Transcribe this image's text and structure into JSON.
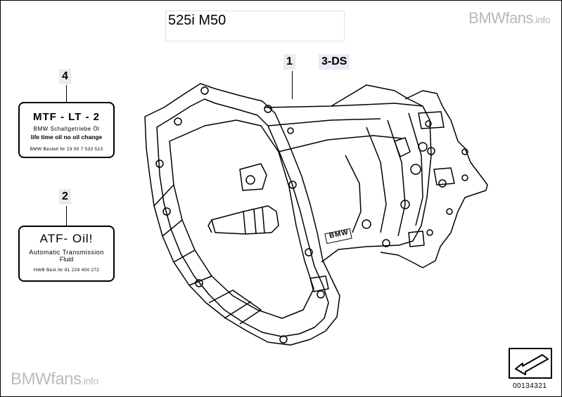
{
  "title": "525i M50",
  "watermark_top": {
    "brand": "BMWfans",
    "suffix": ".info"
  },
  "watermark_bottom": {
    "brand": "BMWfans",
    "suffix": ".info"
  },
  "callouts": {
    "item1": "1",
    "item1_code": "3-DS",
    "item2": "2",
    "item4": "4"
  },
  "mtf_label": {
    "line1": "MTF - LT - 2",
    "line2": "BMW Schaltgetriebe   Öl",
    "line3": "life time oil   no oil change",
    "line4": "BMW Bestell   Nr   23 00    7 533 513"
  },
  "atf_label": {
    "line1": "ATF- Oil!",
    "line2": "Automatic   Transmission",
    "line3": "Fluid",
    "line4": "HWB Best.Nr  81 229 400 272"
  },
  "casting_text": "BMW",
  "reference_number": "00134321"
}
